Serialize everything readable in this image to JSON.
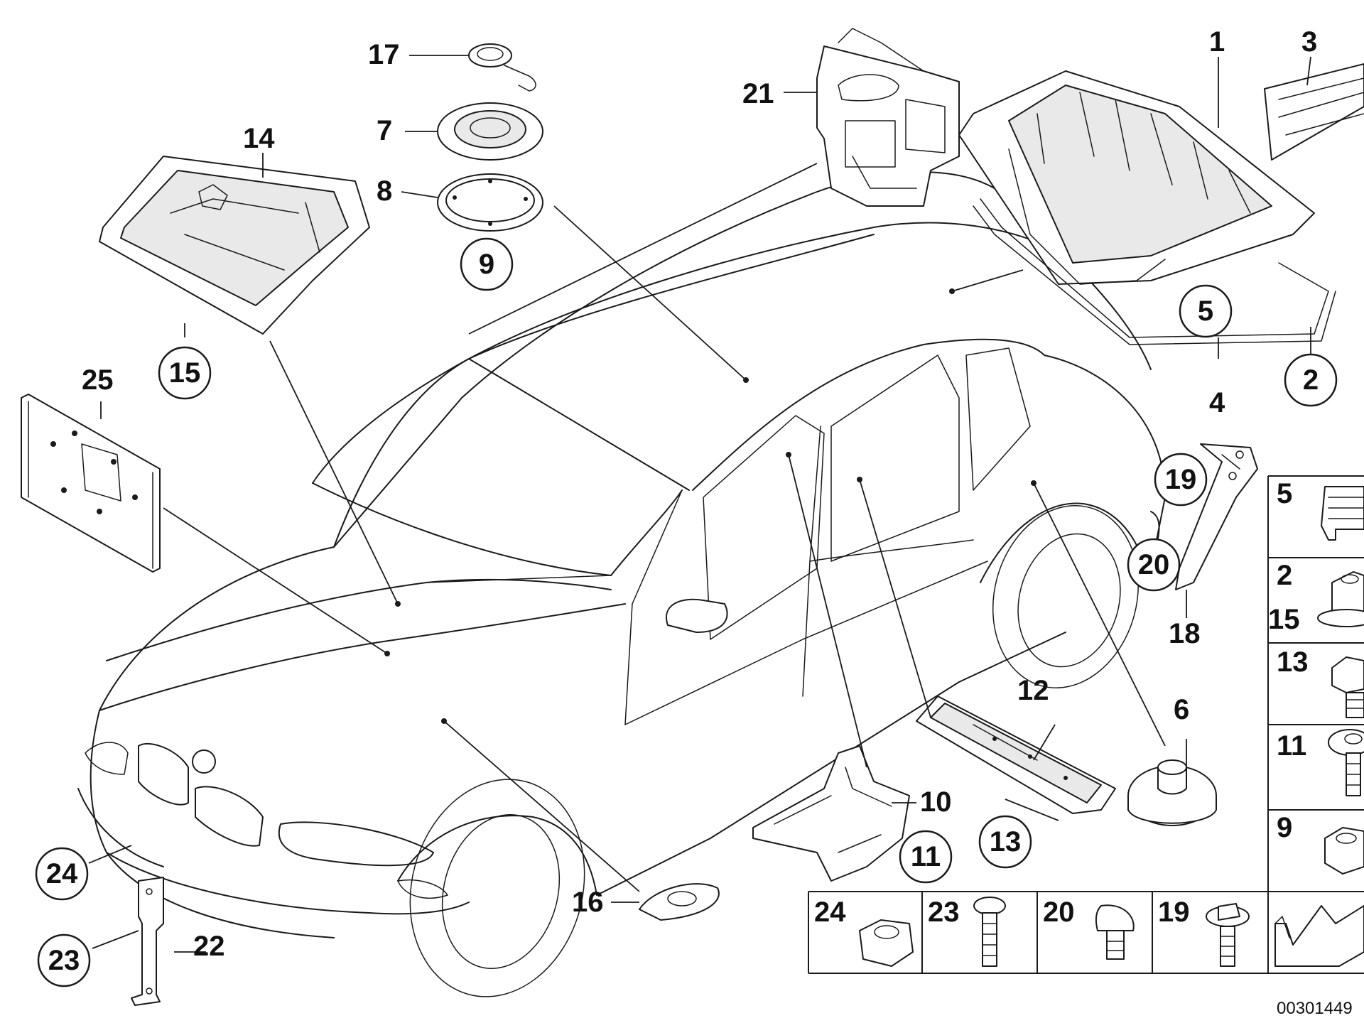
{
  "labels": {
    "l1": "1",
    "l2": "2",
    "l3": "3",
    "l4": "4",
    "l5": "5",
    "l6": "6",
    "l7": "7",
    "l8": "8",
    "l9": "9",
    "l10": "10",
    "l11": "11",
    "l12": "12",
    "l13": "13",
    "l14": "14",
    "l15": "15",
    "l16": "16",
    "l17": "17",
    "l18": "18",
    "l19": "19",
    "l20": "20",
    "l21": "21",
    "l22": "22",
    "l23": "23",
    "l24": "24",
    "l25": "25"
  },
  "fastener_table": {
    "right_column": [
      "5",
      "2",
      "15",
      "13",
      "11",
      "9"
    ],
    "bottom_row": [
      "24",
      "23",
      "20",
      "19"
    ]
  },
  "reference_number": "00301449"
}
